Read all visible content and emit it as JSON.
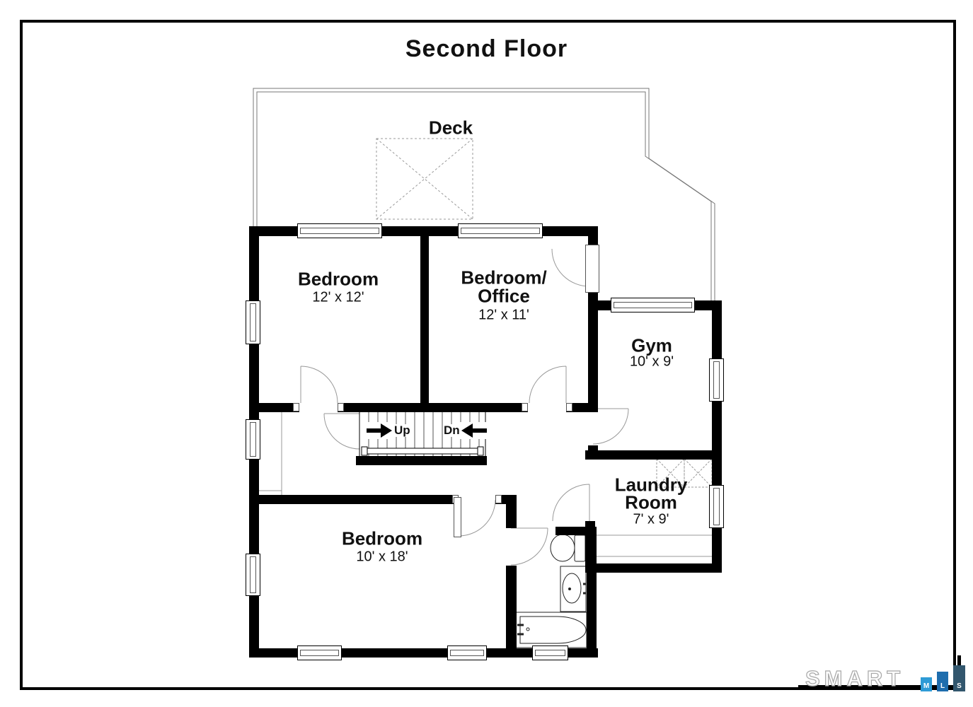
{
  "floorplan": {
    "title": "Second Floor",
    "deck": {
      "label": "Deck"
    },
    "rooms": {
      "bedroom_top": {
        "name": "Bedroom",
        "dims": "12' x 12'"
      },
      "bedroom_office": {
        "name_line1": "Bedroom/",
        "name_line2": "Office",
        "dims": "12' x 11'"
      },
      "gym": {
        "name": "Gym",
        "dims": "10' x 9'"
      },
      "laundry": {
        "name_line1": "Laundry",
        "name_line2": "Room",
        "dims": "7' x 9'"
      },
      "bedroom_bottom": {
        "name": "Bedroom",
        "dims": "10' x 18'"
      }
    },
    "stairs": {
      "up": "Up",
      "down": "Dn"
    }
  },
  "logo": {
    "brand": "SMART",
    "blocks": [
      {
        "letter": "M",
        "color": "#2e9bd6"
      },
      {
        "letter": "L",
        "color": "#1e6dad"
      },
      {
        "letter": "S",
        "color": "#32566d"
      }
    ]
  },
  "colors": {
    "wall": "#000000",
    "thin_line": "#8a8a8a"
  }
}
